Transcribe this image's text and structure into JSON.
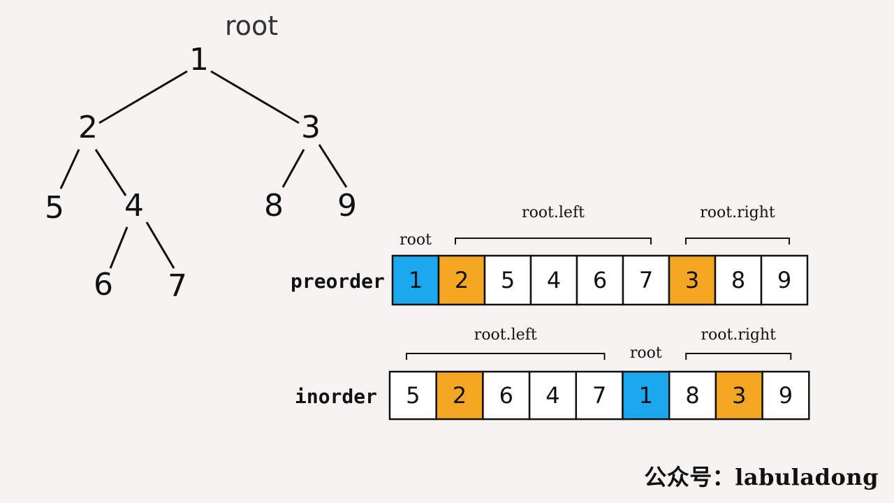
{
  "tree": {
    "root_label": "root",
    "nodes": [
      {
        "id": "1",
        "label": "1",
        "children": [
          "2",
          "3"
        ]
      },
      {
        "id": "2",
        "label": "2",
        "children": [
          "5",
          "4"
        ]
      },
      {
        "id": "3",
        "label": "3",
        "children": [
          "8",
          "9"
        ]
      },
      {
        "id": "5",
        "label": "5",
        "children": []
      },
      {
        "id": "4",
        "label": "4",
        "children": [
          "6",
          "7"
        ]
      },
      {
        "id": "8",
        "label": "8",
        "children": []
      },
      {
        "id": "9",
        "label": "9",
        "children": []
      },
      {
        "id": "6",
        "label": "6",
        "children": []
      },
      {
        "id": "7",
        "label": "7",
        "children": []
      }
    ]
  },
  "colors": {
    "root": "#1aa7ec",
    "child_root": "#f5a623",
    "plain": "#ffffff",
    "border": "#111111"
  },
  "preorder": {
    "label": "preorder",
    "cells": [
      {
        "value": "1",
        "role": "root"
      },
      {
        "value": "2",
        "role": "child_root"
      },
      {
        "value": "5",
        "role": "plain"
      },
      {
        "value": "4",
        "role": "plain"
      },
      {
        "value": "6",
        "role": "plain"
      },
      {
        "value": "7",
        "role": "plain"
      },
      {
        "value": "3",
        "role": "child_root"
      },
      {
        "value": "8",
        "role": "plain"
      },
      {
        "value": "9",
        "role": "plain"
      }
    ],
    "segments": [
      {
        "label": "root",
        "start": 0,
        "end": 0,
        "bracket": false
      },
      {
        "label": "root.left",
        "start": 1,
        "end": 5,
        "bracket": true
      },
      {
        "label": "root.right",
        "start": 6,
        "end": 8,
        "bracket": true
      }
    ]
  },
  "inorder": {
    "label": "inorder",
    "cells": [
      {
        "value": "5",
        "role": "plain"
      },
      {
        "value": "2",
        "role": "child_root"
      },
      {
        "value": "6",
        "role": "plain"
      },
      {
        "value": "4",
        "role": "plain"
      },
      {
        "value": "7",
        "role": "plain"
      },
      {
        "value": "1",
        "role": "root"
      },
      {
        "value": "8",
        "role": "plain"
      },
      {
        "value": "3",
        "role": "child_root"
      },
      {
        "value": "9",
        "role": "plain"
      }
    ],
    "segments": [
      {
        "label": "root.left",
        "start": 0,
        "end": 4,
        "bracket": true
      },
      {
        "label": "root",
        "start": 5,
        "end": 5,
        "bracket": false
      },
      {
        "label": "root.right",
        "start": 6,
        "end": 8,
        "bracket": true
      }
    ]
  },
  "footer": {
    "label": "公众号：",
    "handle": "labuladong"
  }
}
